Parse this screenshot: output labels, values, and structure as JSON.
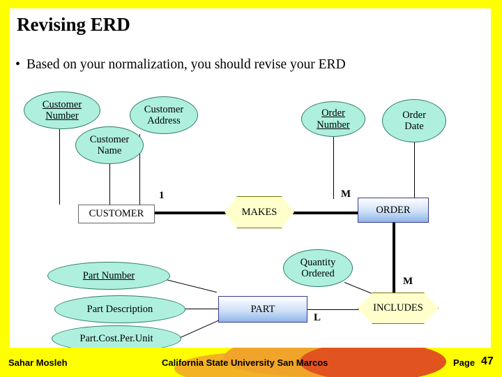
{
  "slide": {
    "title": "Revising ERD",
    "bullet_marker": "•",
    "bullet_text": "Based on your normalization, you should revise your ERD"
  },
  "footer": {
    "left": "Sahar Mosleh",
    "center": "California State University San Marcos",
    "right": "Page",
    "page_number": "47"
  },
  "colors": {
    "frame": "#ffff00",
    "attribute_fill": "#aef0dd",
    "entity_fill": "#8fb6ea",
    "relationship_fill": "#ffffcc",
    "footer_accent": "#e2541f"
  },
  "erd": {
    "attributes": [
      {
        "id": "customer-number",
        "label_line1": "Customer",
        "label_line2": "Number",
        "key": true
      },
      {
        "id": "customer-address",
        "label_line1": "Customer",
        "label_line2": "Address",
        "key": false
      },
      {
        "id": "customer-name",
        "label_line1": "Customer",
        "label_line2": "Name",
        "key": false
      },
      {
        "id": "order-number",
        "label_line1": "Order",
        "label_line2": "Number",
        "key": true
      },
      {
        "id": "order-date",
        "label_line1": "Order",
        "label_line2": "Date",
        "key": false
      },
      {
        "id": "part-number",
        "label_line1": "Part Number",
        "label_line2": "",
        "key": true
      },
      {
        "id": "part-description",
        "label_line1": "Part Description",
        "label_line2": "",
        "key": false
      },
      {
        "id": "part-cost-per-unit",
        "label_line1": "Part.Cost.Per.Unit",
        "label_line2": "",
        "key": false
      },
      {
        "id": "quantity-ordered",
        "label_line1": "Quantity",
        "label_line2": "Ordered",
        "key": false
      }
    ],
    "entities": [
      {
        "id": "customer",
        "label": "CUSTOMER"
      },
      {
        "id": "order",
        "label": "ORDER"
      },
      {
        "id": "part",
        "label": "PART"
      }
    ],
    "relationships": [
      {
        "id": "makes",
        "label": "MAKES"
      },
      {
        "id": "includes",
        "label": "INCLUDES"
      }
    ],
    "cardinalities": [
      {
        "id": "makes-customer-side",
        "label": "1"
      },
      {
        "id": "makes-order-side",
        "label": "M"
      },
      {
        "id": "includes-order-side",
        "label": "M"
      },
      {
        "id": "includes-part-side",
        "label": "L"
      }
    ]
  }
}
